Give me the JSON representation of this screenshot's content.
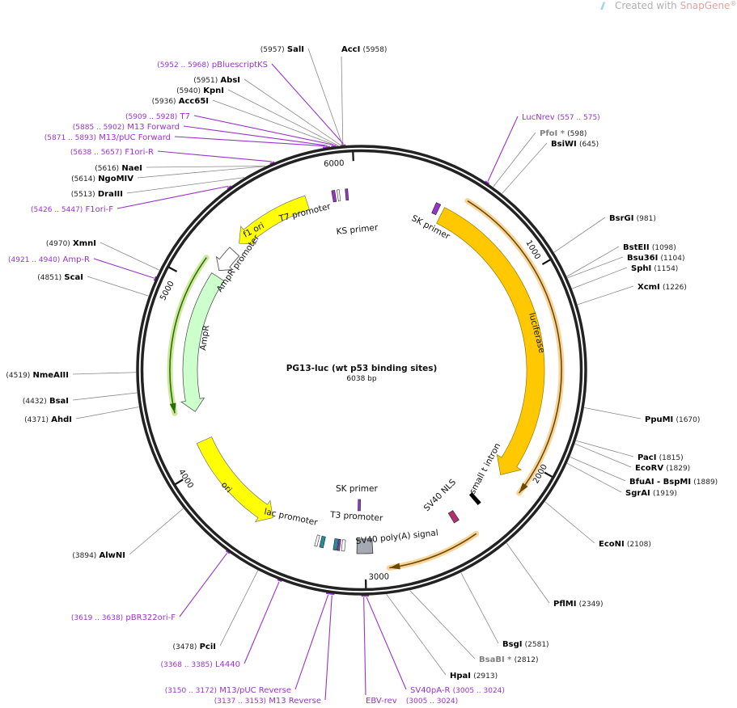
{
  "watermark": {
    "prefix": "Created with ",
    "brand": "SnapGene",
    "reg": "®"
  },
  "plasmid": {
    "name": "PG13-luc (wt p53 binding sites)",
    "length_label": "6038 bp",
    "length": 6038
  },
  "ticks": [
    "1000",
    "2000",
    "3000",
    "4000",
    "5000",
    "6000"
  ],
  "sites": [
    {
      "name": "SalI",
      "loc": "(5957)",
      "pos": 5957,
      "kind": "enzyme"
    },
    {
      "name": "AccI",
      "loc": "(5958)",
      "pos": 5958,
      "kind": "enzyme"
    },
    {
      "name": "pBluescriptKS",
      "loc": "(5952 .. 5968)",
      "pos": 5960,
      "kind": "primer"
    },
    {
      "name": "AbsI",
      "loc": "(5951)",
      "pos": 5951,
      "kind": "enzyme"
    },
    {
      "name": "KpnI",
      "loc": "(5940)",
      "pos": 5940,
      "kind": "enzyme"
    },
    {
      "name": "Acc65I",
      "loc": "(5936)",
      "pos": 5936,
      "kind": "enzyme"
    },
    {
      "name": "T7",
      "loc": "(5909 .. 5928)",
      "pos": 5918,
      "kind": "primer"
    },
    {
      "name": "M13 Forward",
      "loc": "(5885 .. 5902)",
      "pos": 5893,
      "kind": "primer"
    },
    {
      "name": "M13/pUC Forward",
      "loc": "(5871 .. 5893)",
      "pos": 5882,
      "kind": "primer"
    },
    {
      "name": "F1ori-R",
      "loc": "(5638 .. 5657)",
      "pos": 5647,
      "kind": "primer"
    },
    {
      "name": "NaeI",
      "loc": "(5616)",
      "pos": 5616,
      "kind": "enzyme"
    },
    {
      "name": "NgoMIV",
      "loc": "(5614)",
      "pos": 5614,
      "kind": "enzyme"
    },
    {
      "name": "DraIII",
      "loc": "(5513)",
      "pos": 5513,
      "kind": "enzyme"
    },
    {
      "name": "F1ori-F",
      "loc": "(5426 .. 5447)",
      "pos": 5436,
      "kind": "primer"
    },
    {
      "name": "XmnI",
      "loc": "(4970)",
      "pos": 4970,
      "kind": "enzyme"
    },
    {
      "name": "Amp-R",
      "loc": "(4921 .. 4940)",
      "pos": 4930,
      "kind": "primer"
    },
    {
      "name": "ScaI",
      "loc": "(4851)",
      "pos": 4851,
      "kind": "enzyme"
    },
    {
      "name": "NmeAIII",
      "loc": "(4519)",
      "pos": 4519,
      "kind": "enzyme"
    },
    {
      "name": "BsaI",
      "loc": "(4432)",
      "pos": 4432,
      "kind": "enzyme"
    },
    {
      "name": "AhdI",
      "loc": "(4371)",
      "pos": 4371,
      "kind": "enzyme"
    },
    {
      "name": "AlwNI",
      "loc": "(3894)",
      "pos": 3894,
      "kind": "enzyme"
    },
    {
      "name": "pBR322ori-F",
      "loc": "(3619 .. 3638)",
      "pos": 3628,
      "kind": "primer"
    },
    {
      "name": "PciI",
      "loc": "(3478)",
      "pos": 3478,
      "kind": "enzyme"
    },
    {
      "name": "L4440",
      "loc": "(3368 .. 3385)",
      "pos": 3376,
      "kind": "primer"
    },
    {
      "name": "M13/pUC Reverse",
      "loc": "(3150 .. 3172)",
      "pos": 3161,
      "kind": "primer"
    },
    {
      "name": "M13 Reverse",
      "loc": "(3137 .. 3153)",
      "pos": 3145,
      "kind": "primer"
    },
    {
      "name": "EBV-rev",
      "loc": "",
      "pos": 3010,
      "kind": "primer"
    },
    {
      "name": "SV40pA-R",
      "loc": "(3005 .. 3024)",
      "pos": 2998,
      "kind": "primer"
    },
    {
      "name": "HpaI",
      "loc": "(2913)",
      "pos": 2913,
      "kind": "enzyme"
    },
    {
      "name": "BsaBI *",
      "loc": "(2812)",
      "pos": 2812,
      "kind": "gray"
    },
    {
      "name": "BsgI",
      "loc": "(2581)",
      "pos": 2581,
      "kind": "enzyme"
    },
    {
      "name": "PflMI",
      "loc": "(2349)",
      "pos": 2349,
      "kind": "enzyme"
    },
    {
      "name": "EcoNI",
      "loc": "(2108)",
      "pos": 2108,
      "kind": "enzyme"
    },
    {
      "name": "SgrAI",
      "loc": "(1919)",
      "pos": 1919,
      "kind": "enzyme"
    },
    {
      "name": "BfuAI - BspMI",
      "loc": "(1889)",
      "pos": 1889,
      "kind": "enzyme"
    },
    {
      "name": "EcoRV",
      "loc": "(1829)",
      "pos": 1829,
      "kind": "enzyme"
    },
    {
      "name": "PacI",
      "loc": "(1815)",
      "pos": 1815,
      "kind": "enzyme"
    },
    {
      "name": "PpuMI",
      "loc": "(1670)",
      "pos": 1670,
      "kind": "enzyme"
    },
    {
      "name": "XcmI",
      "loc": "(1226)",
      "pos": 1226,
      "kind": "enzyme"
    },
    {
      "name": "SphI",
      "loc": "(1154)",
      "pos": 1154,
      "kind": "enzyme"
    },
    {
      "name": "Bsu36I",
      "loc": "(1104)",
      "pos": 1104,
      "kind": "enzyme"
    },
    {
      "name": "BstEII",
      "loc": "(1098)",
      "pos": 1098,
      "kind": "enzyme"
    },
    {
      "name": "BsrGI",
      "loc": "(981)",
      "pos": 981,
      "kind": "enzyme"
    },
    {
      "name": "BsiWI",
      "loc": "(645)",
      "pos": 645,
      "kind": "enzyme"
    },
    {
      "name": "PfoI *",
      "loc": "(598)",
      "pos": 598,
      "kind": "gray"
    },
    {
      "name": "LucNrev",
      "loc": "(557 .. 575)",
      "pos": 566,
      "kind": "primer"
    }
  ],
  "sv40pa_r_extra": "(3005 .. 3024)",
  "features": {
    "f1_ori": "f1 ori",
    "t7_promoter": "T7 promoter",
    "ks_primer": "KS primer",
    "sk_primer_top": "SK primer",
    "ampr_promoter": "AmpR promoter",
    "ampr": "AmpR",
    "luciferase": "luciferase",
    "ori": "ori",
    "sk_primer_bottom": "SK primer",
    "lac_promoter": "lac promoter",
    "t3_promoter": "T3 promoter",
    "sv40_polya": "SV40 poly(A) signal",
    "sv40_nls": "SV40 NLS",
    "small_t_intron": "small t intron"
  },
  "colors": {
    "primer": "#9933cc",
    "enzyme": "#000000",
    "gray_enzyme": "#808080",
    "luciferase": "#ffc800",
    "ori": "#ffff00",
    "ampr": "#ccffcc",
    "brand": "#e8a0a0"
  }
}
